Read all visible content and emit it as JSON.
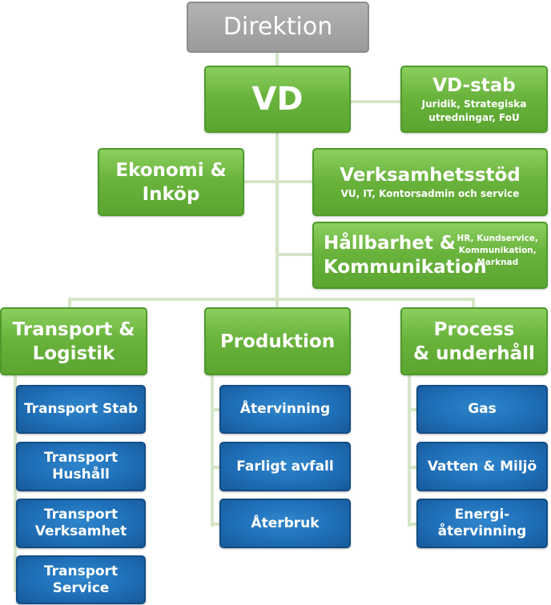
{
  "top": {
    "label": "Direktion"
  },
  "vd": {
    "label": "VD"
  },
  "vd_stab": {
    "label": "VD-stab",
    "sub": "Juridik, Strategiska\nutredningar, FoU"
  },
  "ekonomi": {
    "label": "Ekonomi &\nInköp"
  },
  "verksamhetsstod": {
    "label": "Verksamhetsstöd",
    "sub": "VU, IT, Kontorsadmin och service"
  },
  "hallbarhet": {
    "label": "Hållbarhet &\nKommunikation",
    "sub": "HR, Kundservice,\nKommunikation,\nMarknad"
  },
  "divisions": [
    {
      "label": "Transport &\nLogistik",
      "units": [
        "Transport Stab",
        "Transport\nHushåll",
        "Transport\nVerksamhet",
        "Transport\nService"
      ]
    },
    {
      "label": "Produktion",
      "units": [
        "Återvinning",
        "Farligt avfall",
        "Återbruk"
      ]
    },
    {
      "label": "Process\n& underhåll",
      "units": [
        "Gas",
        "Vatten & Miljö",
        "Energi-\nåtervinning"
      ]
    }
  ],
  "colors": {
    "green": "#6ab43d",
    "blue": "#1f6fb8",
    "gray": "#a3a3a3",
    "connector": "#d4e6c6"
  }
}
